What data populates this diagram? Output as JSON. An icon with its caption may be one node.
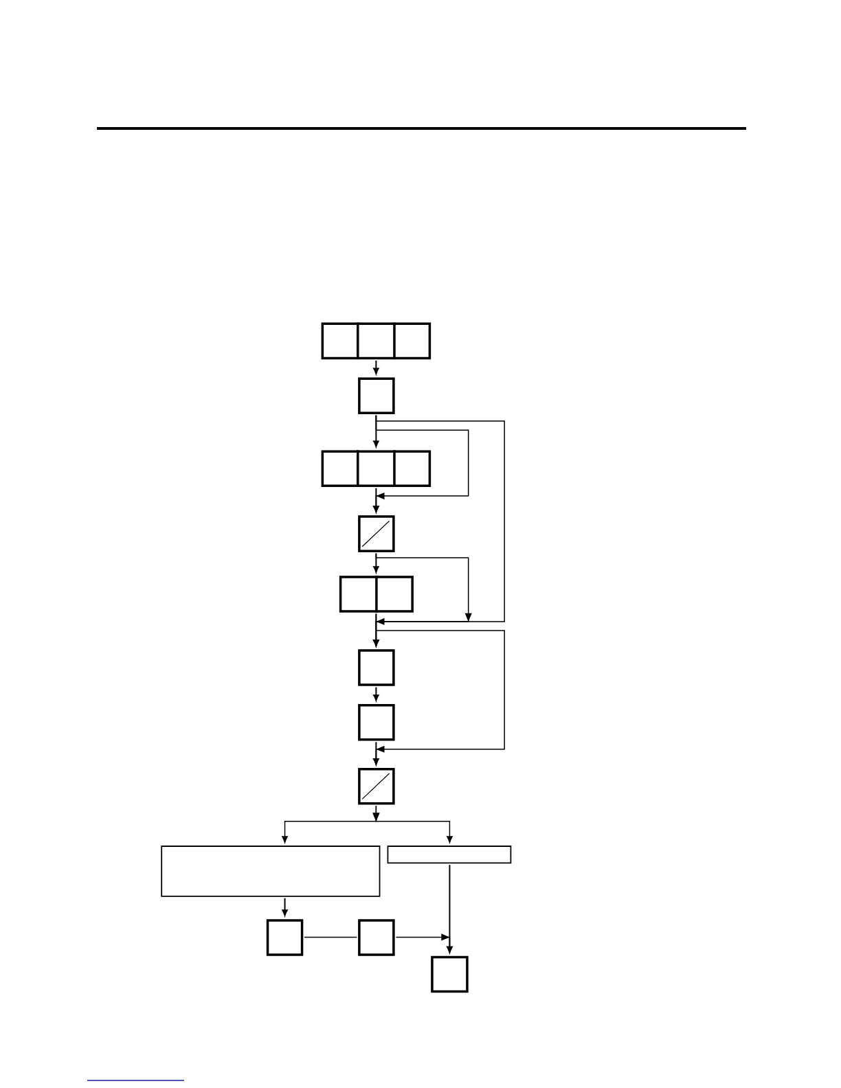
{
  "diagram": {
    "nodes": [
      {
        "text": [],
        "shape": "box"
      },
      {
        "text": [],
        "shape": "box"
      },
      {
        "text": [],
        "shape": "box"
      },
      {
        "text": [],
        "shape": "box"
      },
      {
        "text": [],
        "shape": "box"
      },
      {
        "text": [],
        "shape": "box"
      },
      {
        "text": [],
        "shape": "box"
      },
      {
        "text": [],
        "shape": "box"
      },
      {
        "text": [],
        "shape": "box"
      },
      {
        "text": [],
        "shape": "bar"
      },
      {
        "text": [],
        "shape": "box"
      },
      {
        "text": [],
        "shape": "box"
      },
      {
        "text": [],
        "shape": "box"
      }
    ],
    "edges": [
      {
        "from": 0,
        "to": 1,
        "arrow": "to"
      },
      {
        "from": 1,
        "to": 2,
        "arrow": "to"
      },
      {
        "from": 1,
        "to": 3,
        "arrow": "to"
      },
      {
        "from": 2,
        "to": 3,
        "arrow": "to"
      },
      {
        "from": 1,
        "to": 5,
        "arrow": "to"
      },
      {
        "from": 3,
        "to": 4,
        "arrow": "to"
      },
      {
        "from": 3,
        "to": 5,
        "arrow": "to"
      },
      {
        "from": 4,
        "to": 5,
        "arrow": "to"
      },
      {
        "from": 4,
        "to": 7,
        "arrow": "to"
      },
      {
        "from": 5,
        "to": 6,
        "arrow": "to"
      },
      {
        "from": 6,
        "to": 7,
        "arrow": "to"
      },
      {
        "from": 7,
        "to": 8,
        "arrow": "to"
      },
      {
        "from": 7,
        "to": 9,
        "arrow": "to"
      },
      {
        "from": 8,
        "to": 10,
        "arrow": "to"
      },
      {
        "from": 10,
        "to": 11,
        "arrow": "none"
      },
      {
        "from": 11,
        "to": 12,
        "arrow": "to"
      },
      {
        "from": 9,
        "to": 12,
        "arrow": "to"
      }
    ]
  }
}
